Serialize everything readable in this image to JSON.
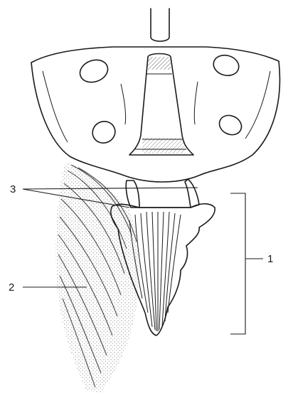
{
  "labels": {
    "coccyx_region": "1",
    "muscle": "2",
    "cornua": "3"
  }
}
